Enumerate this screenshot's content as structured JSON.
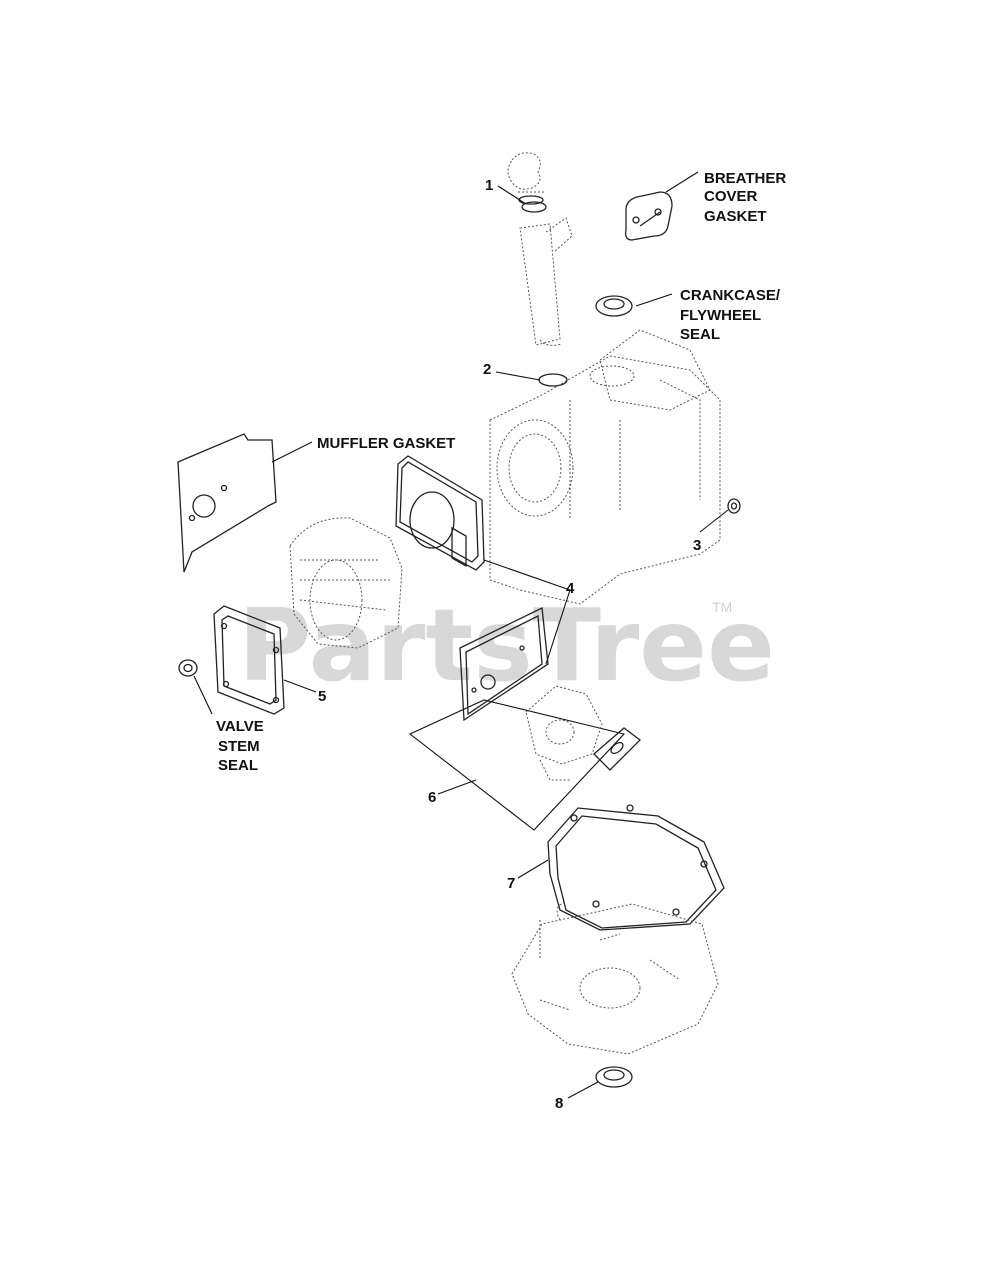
{
  "watermark": {
    "text": "PartsTree",
    "trademark": "TM"
  },
  "callouts": {
    "n1": "1",
    "n2": "2",
    "n3": "3",
    "n4": "4",
    "n5": "5",
    "n6": "6",
    "n7": "7",
    "n8": "8"
  },
  "labels": {
    "breather_cover_gasket": [
      "BREATHER",
      "COVER",
      "GASKET"
    ],
    "crankcase_flywheel_seal": [
      "CRANKCASE/",
      "FLYWHEEL",
      "SEAL"
    ],
    "muffler_gasket": "MUFFLER GASKET",
    "valve_stem_seal": [
      "VALVE",
      "STEM",
      "SEAL"
    ]
  }
}
